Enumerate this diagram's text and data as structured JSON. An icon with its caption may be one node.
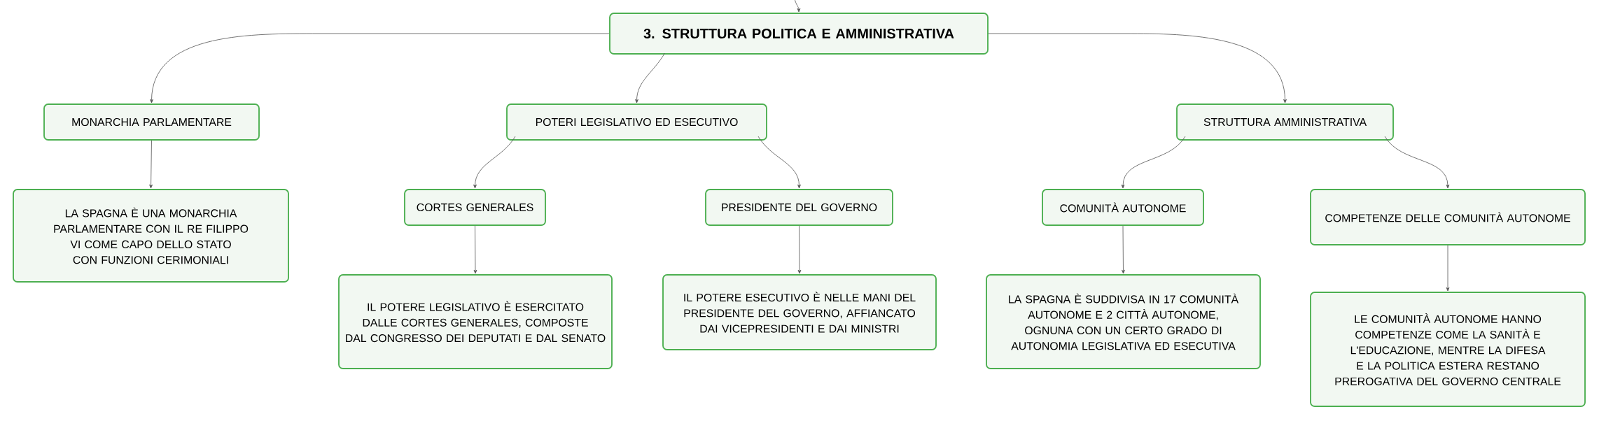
{
  "diagram": {
    "nodes": [
      {
        "text": [
          "3. STRUTTURA POLITICA E AMMINISTRATIVA"
        ]
      },
      {
        "text": [
          "MONARCHIA PARLAMENTARE"
        ]
      },
      {
        "text": [
          "POTERI LEGISLATIVO ED ESECUTIVO"
        ]
      },
      {
        "text": [
          "STRUTTURA AMMINISTRATIVA"
        ]
      },
      {
        "text": [
          "LA SPAGNA È UNA MONARCHIA PARLAMENTARE CON IL RE FILIPPO VI COME CAPO DELLO STATO CON FUNZIONI CERIMONIALI"
        ]
      },
      {
        "text": [
          "CORTES GENERALES"
        ]
      },
      {
        "text": [
          "PRESIDENTE DEL GOVERNO"
        ]
      },
      {
        "text": [
          "COMUNITÀ AUTONOME"
        ]
      },
      {
        "text": [
          "COMPETENZE DELLE COMUNITÀ AUTONOME"
        ]
      },
      {
        "text": [
          "IL POTERE LEGISLATIVO È ESERCITATO DALLE CORTES GENERALES, COMPOSTE DAL CONGRESSO DEI DEPUTATI E DAL SENATO"
        ]
      },
      {
        "text": [
          "IL POTERE ESECUTIVO È NELLE MANI DEL PRESIDENTE DEL GOVERNO, AFFIANCATO DAI VICEPRESIDENTI E DAI MINISTRI"
        ]
      },
      {
        "text": [
          "LA SPAGNA È SUDDIVISA IN 17 COMUNITÀ AUTONOME E 2 CITTÀ AUTONOME, OGNUNA CON UN CERTO GRADO DI AUTONOMIA LEGISLATIVA ED ESECUTIVA"
        ]
      },
      {
        "text": [
          "LE COMUNITÀ AUTONOME HANNO COMPETENZE COME LA SANITÀ E L'EDUCAZIONE, MENTRE LA DIFESA E LA POLITICA ESTERA RESTANO PREROGATIVA DEL GOVERNO CENTRALE"
        ]
      }
    ],
    "edges": [
      {
        "from": null,
        "to": 0,
        "arrow": "to"
      },
      {
        "from": 0,
        "to": 1,
        "arrow": "to"
      },
      {
        "from": 0,
        "to": 2,
        "arrow": "to"
      },
      {
        "from": 0,
        "to": 3,
        "arrow": "to"
      },
      {
        "from": 1,
        "to": 4,
        "arrow": "to"
      },
      {
        "from": 2,
        "to": 5,
        "arrow": "to"
      },
      {
        "from": 2,
        "to": 6,
        "arrow": "to"
      },
      {
        "from": 3,
        "to": 7,
        "arrow": "to"
      },
      {
        "from": 3,
        "to": 8,
        "arrow": "to"
      },
      {
        "from": 5,
        "to": 9,
        "arrow": "to"
      },
      {
        "from": 6,
        "to": 10,
        "arrow": "to"
      },
      {
        "from": 7,
        "to": 11,
        "arrow": "to"
      },
      {
        "from": 8,
        "to": 12,
        "arrow": "to"
      }
    ]
  }
}
